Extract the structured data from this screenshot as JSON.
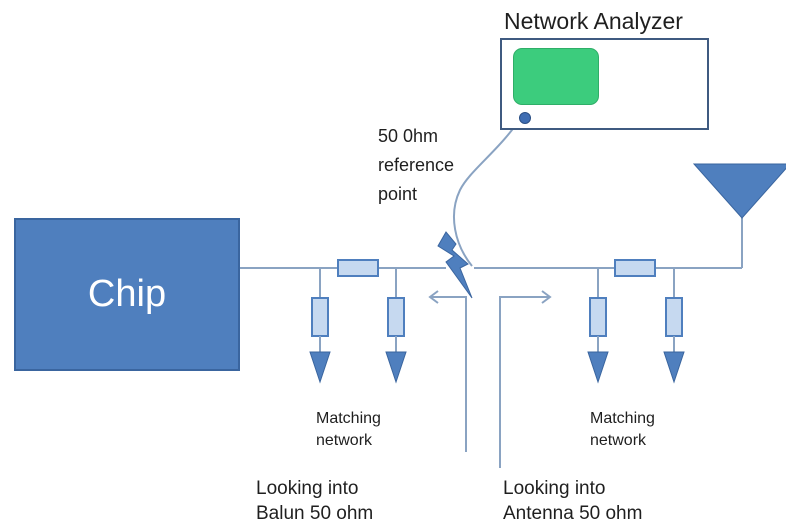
{
  "chip": {
    "label": "Chip"
  },
  "network_analyzer": {
    "title": "Network Analyzer"
  },
  "reference_point": {
    "line1": "50 0hm",
    "line2": "reference",
    "line3": "point"
  },
  "matching_left": {
    "line1": "Matching",
    "line2": "network"
  },
  "matching_right": {
    "line1": "Matching",
    "line2": "network"
  },
  "looking_balun": {
    "line1": "Looking into",
    "line2": "Balun 50 ohm"
  },
  "looking_antenna": {
    "line1": "Looking into",
    "line2": "Antenna 50 ohm"
  },
  "colors": {
    "component_fill": "#c6d9f0",
    "component_stroke": "#4f7fbe",
    "wire": "#8aa3c2",
    "chip": "#4f7fbe",
    "screen": "#3ccc7d"
  },
  "icons": {
    "cut_point": "lightning-bolt",
    "ground": "triangle-down",
    "antenna": "triangle-down"
  }
}
